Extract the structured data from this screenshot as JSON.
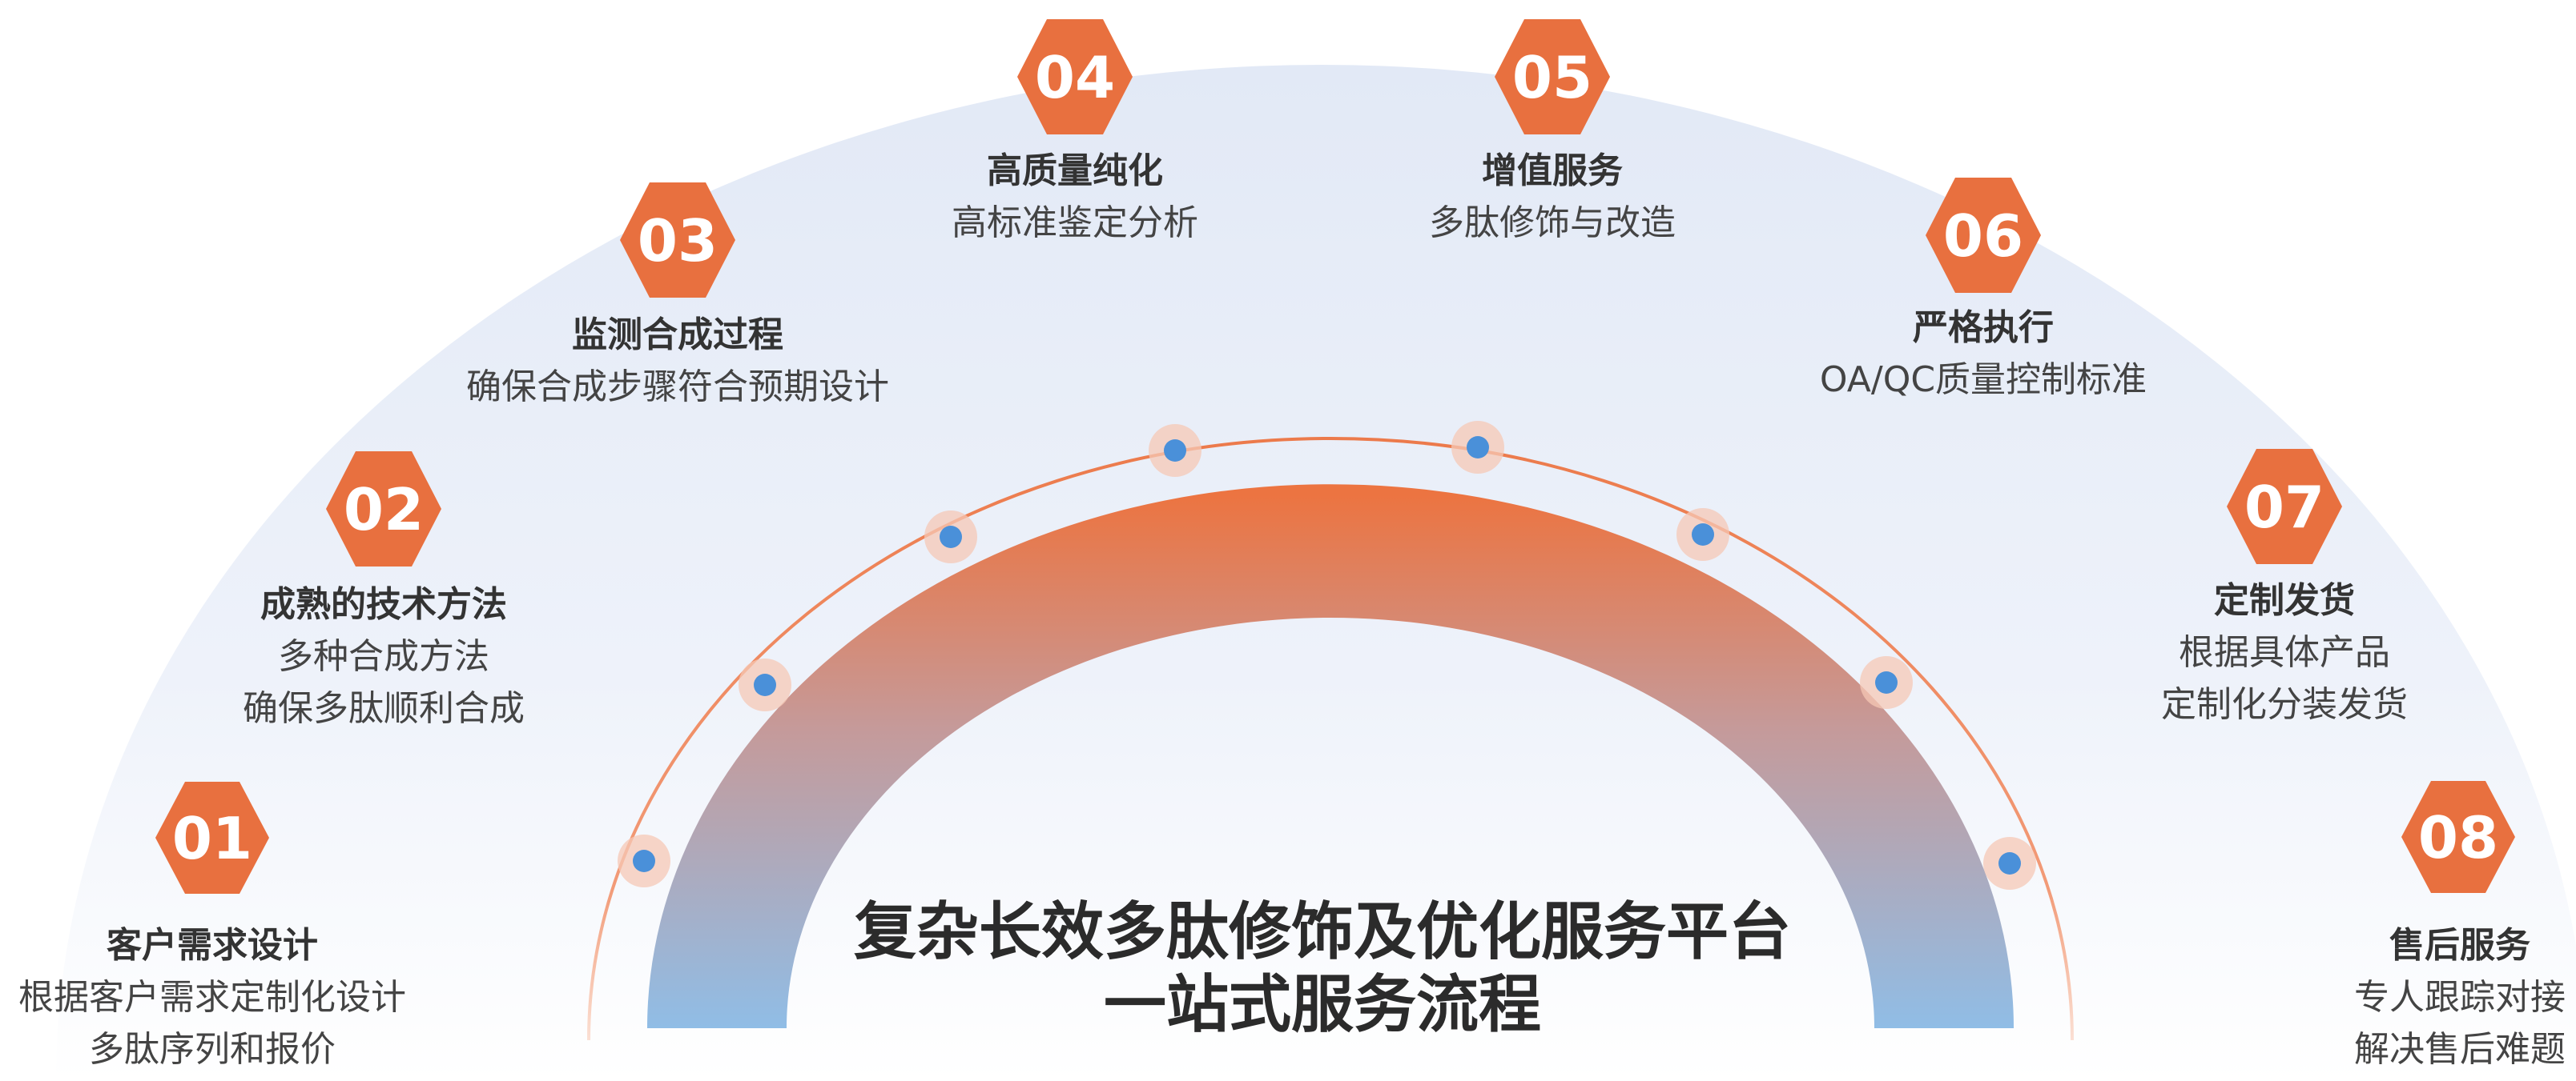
{
  "title": {
    "line1": "复杂长效多肽修饰及优化服务平台",
    "line2": "一站式服务流程"
  },
  "steps": [
    {
      "number": "01",
      "title": "客户需求设计",
      "lines": [
        "根据客户需求定制化设计",
        "多肽序列和报价"
      ]
    },
    {
      "number": "02",
      "title": "成熟的技术方法",
      "lines": [
        "多种合成方法",
        "确保多肽顺利合成"
      ]
    },
    {
      "number": "03",
      "title": "监测合成过程",
      "lines": [
        "确保合成步骤符合预期设计"
      ]
    },
    {
      "number": "04",
      "title": "高质量纯化",
      "lines": [
        "高标准鉴定分析"
      ]
    },
    {
      "number": "05",
      "title": "增值服务",
      "lines": [
        "多肽修饰与改造"
      ]
    },
    {
      "number": "06",
      "title": "严格执行",
      "lines": [
        "OA/QC质量控制标准"
      ]
    },
    {
      "number": "07",
      "title": "定制发货",
      "lines": [
        "根据具体产品",
        "定制化分装发货"
      ]
    },
    {
      "number": "08",
      "title": "售后服务",
      "lines": [
        "专人跟踪对接",
        "解决售后难题"
      ]
    }
  ],
  "colors": {
    "badge": "#E8703F",
    "arc_top": "#EC7441",
    "arc_bottom": "#90BDE6",
    "dot": "#4A90D9",
    "dot_halo": "#F6C8B6",
    "orbit_line": "#EC8A60",
    "background_dome": "#E4EBF7"
  }
}
